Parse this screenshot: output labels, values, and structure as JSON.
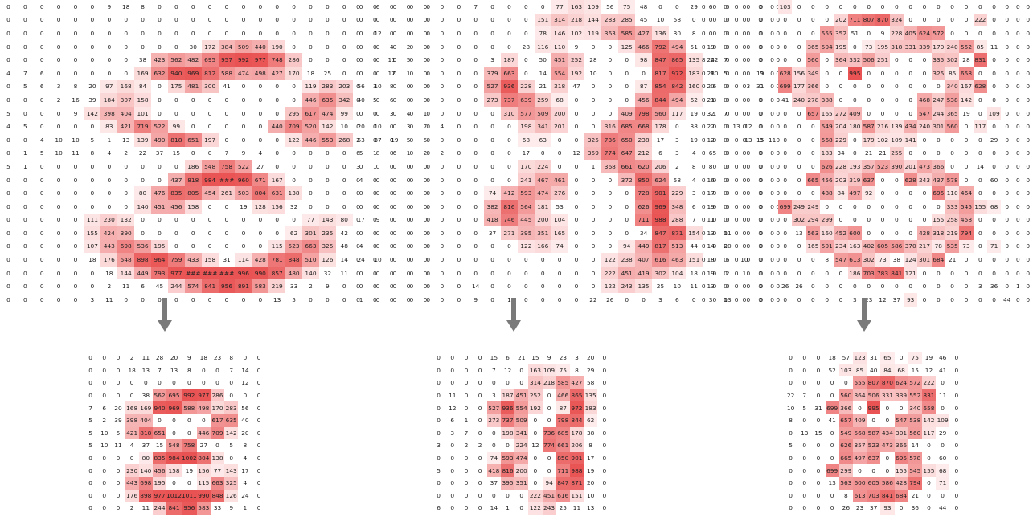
{
  "big": [
    {
      "rows": [
        "0 0 0 0 0 0 9 18 8 0 0 0 0 0 0 0 0 0 0 0 0 0 6 0 0 0",
        "0 0 0 0 0 0 0 0 0 0 0 0 0 0 0 0 0 0 0 0 0 0 0 0 0 0",
        "0 0 0 0 0 0 0 0 0 0 0 0 0 0 0 0 0 0 0 0 0 0 12 0 0 0",
        "0 0 0 0 0 0 0 0 0 0 0 30 172 384 509 440 190 0 0 0 0 0 0 0 0 0",
        "0 0 0 0 0 0 0 0 38 423 562 482 695 957 992 977 748 286 0 0 0 0 0 0 0 0",
        "4 7 6 0 0 0 0 0 169 632 940 969 812 588 474 498 427 170 18 25 0 0 0 0 0 0",
        "0 5 6 3 8 20 97 168 84 0 175 481 300 41 0 0 0 0 119 283 203 56 10 0 0 0",
        "0 0 0 2 16 39 184 307 158 0 0 0 0 0 0 0 0 0 446 635 342 40 0 0 0 0",
        "5 0 0 0 9 142 398 404 101 0 0 0 0 0 0 0 0 295 617 474 99 0 0 0 0 0",
        "4 5 0 0 0 0 83 421 719 522 99 0 0 0 0 0 440 709 520 142 10 20 10 0 0 0",
        "0 0 4 10 10 5 1 13 139 490 818 651 197 0 0 0 0 122 446 553 268 53 37 19 0 0",
        "0 1 5 10 11 8 4 2 22 37 15 0 0 7 9 4 0 0 0 0 0 5 8 6 0 0",
        "5 1 0 0 0 0 0 0 0 0 0 186 548 758 522 27 0 0 0 0 0 0 0 0 0 0",
        "0 0 0 0 0 0 0 0 0 0 437 818 984 ### 960 671 167 0 0 0 0 4 0 0 0 0",
        "0 0 0 0 0 0 0 0 80 476 835 805 454 261 503 804 631 138 0 0 0 0 0 0 0 0",
        "0 0 0 0 0 0 0 0 140 451 456 158 0 0 19 128 156 32 0 0 0 0 0 0 0 0",
        "0 0 0 0 0 111 230 132 0 0 0 0 0 0 0 0 0 0 77 143 80 17 9 0 0 0",
        "0 0 0 0 0 155 424 390 0 0 0 0 0 0 0 0 0 62 301 235 42 0 0 0 0 0",
        "0 0 0 0 0 107 443 698 536 195 0 0 0 0 0 0 115 523 663 325 48 4 0 0 0 0",
        "0 0 0 0 0 18 176 548 898 964 759 433 158 31 114 428 781 848 510 126 14 24 10 0 0 0",
        "0 0 0 0 0 0 18 144 449 793 977 ### ### ### 996 990 857 480 140 32 11 0 0 0 0 0",
        "0 0 0 0 0 0 2 11 6 45 244 574 841 956 891 583 219 33 2 9 0 0 0 0 0 0",
        "0 0 0 0 0 3 11 0 0 0 0 0 0 0 0 0 13 5 0 0 0 1 0 0 0 0"
      ]
    },
    {
      "rows": [
        "0 0 0 0 0 0 0 7 0 0 0 0 77 163 109 56 75 48 0 0 29 6 0 0 0 0",
        "0 0 0 0 0 0 0 0 0 0 0 151 314 218 144 283 285 45 10 58 0 0 0 0 0 0",
        "0 0 0 0 0 0 0 0 0 0 0 78 146 102 119 363 585 427 136 30 8 0 0 0 0 0",
        "0 0 4 2 0 0 0 0 0 0 28 116 110 9 0 0 125 466 792 494 51 19 0 0 0 0",
        "0 0 11 5 0 0 0 0 3 187 0 50 451 252 28 0 0 98 847 865 135 24 0 0 0 0",
        "0 0 12 1 0 0 0 0 379 663 0 14 554 192 10 0 0 0 817 972 183 28 0 0 0 0",
        "0 3 8 0 0 0 0 0 527 936 228 21 218 47 0 0 0 87 854 842 160 20 0 0 0 0",
        "0 5 6 0 0 0 0 0 273 737 639 259 68 0 0 0 0 456 844 494 62 21 0 0 0 0",
        "0 0 3 4 1 0 0 0 0 310 577 509 200 0 0 0 409 798 560 117 19 32 0 0 0 0",
        "0 0 0 3 7 4 0 0 0 0 198 341 201 0 0 316 685 668 178 0 38 22 0 0 0 0",
        "2 0 0 5 5 0 0 0 0 0 68 63 0 0 325 736 650 238 17 3 19 12 0 0 0 0",
        "6 1 0 1 2 2 0 0 0 0 17 0 0 12 359 774 647 212 6 3 4 6 0 0 0 0",
        "3 1 0 0 0 0 0 0 0 0 170 224 0 0 1 368 661 620 206 2 8 8 0 0 0 0",
        "0 0 0 0 0 0 0 0 0 0 241 467 461 0 0 0 372 850 624 58 4 16 0 0 0 0",
        "0 0 0 0 0 0 0 0 74 412 593 474 276 0 0 0 0 728 901 229 3 17 0 0 0 0",
        "0 0 0 0 0 0 0 0 382 816 564 181 53 0 0 0 0 626 969 348 6 19 0 0 0 0",
        "0 0 0 0 0 0 0 0 418 746 445 200 104 0 0 0 0 711 988 288 7 11 0 0 0 0",
        "0 0 0 0 0 0 0 0 37 271 395 351 165 0 0 0 0 34 847 871 154 13 11 0 0 0",
        "0 0 0 0 0 0 0 0 0 0 122 166 74 0 0 0 94 449 817 513 44 14 20 0 0 0",
        "0 0 0 0 0 0 0 0 0 0 0 0 0 0 0 122 238 407 616 463 151 18 6 10 0 0",
        "0 0 0 0 0 0 0 0 0 0 0 0 0 0 0 222 451 419 302 104 18 19 2 1 0 0",
        "0 0 0 0 0 0 0 14 0 0 0 0 0 0 0 122 243 135 25 10 11 13 0 0 0 0",
        "0 0 0 0 0 0 0 9 0 1 0 0 0 0 22 26 0 0 3 6 0 3 13 0 0 0"
      ]
    },
    {
      "rows": [
        "0 0 0 0 0 0 0 103 0 0 0 0 0 0 0 0 0 0 0 0 0 0 0 0 0 0",
        "0 0 0 0 0 0 0 0 0 0 0 202 711 807 870 324 0 0 0 0 0 222 0 0 0 0",
        "0 0 0 0 0 0 0 0 0 0 555 352 51 0 9 228 405 624 572 0 0 0 0 0 0 0",
        "0 0 0 0 0 0 0 0 0 365 504 195 0 73 195 318 331 339 170 240 552 85 11 0 0 0",
        "8 22 7 0 0 0 0 0 0 560 0 364 332 506 251 0 0 0 335 302 28 831 0 0 0 0",
        "0 10 5 0 0 19 0 628 156 349 0 0 995 0 0 0 0 0 325 85 658 0 0 0 0 0",
        "0 6 0 0 3 31 0 699 177 366 0 0 0 0 0 0 0 0 0 340 167 628 0 0 0 0",
        "0 8 0 0 0 0 0 41 240 278 388 0 0 0 0 0 0 468 247 538 142 0 0 0 0 0",
        "0 1 7 0 0 0 0 0 0 657 165 272 409 0 0 0 0 547 244 365 19 0 109 0 0 0",
        "0 0 0 13 12 0 0 0 0 0 549 204 180 587 216 139 434 240 301 560 0 117 0 0 0 0",
        "0 0 0 0 13 15 11 0 0 0 568 229 0 179 102 109 141 0 0 0 0 0 29 0 0 0",
        "0 5 0 0 0 0 0 0 0 0 183 34 0 21 21 255 0 0 0 0 0 0 0 0 0 0",
        "0 0 0 0 0 0 0 0 0 0 626 228 193 357 523 390 201 473 366 0 0 14 0 0 0 0",
        "0 0 0 0 0 0 0 0 0 665 456 203 319 637 0 0 628 243 437 578 0 0 60 0 0 0",
        "0 0 0 0 0 0 0 0 0 0 488 84 497 92 0 0 0 0 695 110 464 0 0 0 0 0",
        "0 0 0 0 0 0 0 699 249 249 0 0 0 0 0 0 0 0 0 333 545 155 68 0 0 0",
        "0 0 0 0 0 0 0 0 302 294 299 0 0 0 0 0 0 0 155 258 458 0 0 0 0 0",
        "0 0 0 0 0 0 0 0 13 563 160 452 600 0 0 0 0 428 318 219 794 0 0 0 0 0",
        "0 0 0 0 0 0 0 0 0 165 501 234 163 402 605 586 370 217 78 535 73 0 71 0 0 0",
        "0 0 0 0 0 0 0 0 0 0 8 547 613 302 73 38 124 301 684 21 0 0 0 0 0 0",
        "0 0 0 0 0 0 0 0 0 0 0 0 186 703 783 841 121 0 0 0 0 0 0 0 0 0",
        "0 0 0 0 0 0 0 26 26 0 0 0 0 0 0 0 0 0 0 0 0 3 36 0 1 0",
        "0 0 0 0 0 0 0 0 0 0 0 0 3 23 12 37 93 0 0 0 0 0 0 44 0 0"
      ]
    }
  ],
  "small": [
    {
      "rows": [
        "0 0 0 2 11 28 20 9 18 23 8 0 0",
        "0 0 0 18 13 7 13 8 0 0 7 14 0",
        "0 0 0 0 0 0 0 0 0 0 0 12 0",
        "0 0 0 0 38 562 695 992 977 286 0 0 0",
        "7 6 20 168 169 940 969 588 498 170 283 56 0",
        "5 2 39 398 404 0 0 0 0 617 635 40 0",
        "5 10 5 421 818 651 0 0 446 709 142 20 0",
        "5 10 11 4 37 15 548 758 27 0 5 8 0",
        "0 0 0 0 80 835 984 1002 804 138 0 4 0",
        "0 0 0 230 140 456 158 19 156 77 143 17 0",
        "0 0 0 443 698 195 0 0 115 663 325 4 0",
        "0 0 0 176 898 977 1012 1011 990 848 126 24 0",
        "0 0 0 2 11 244 841 956 583 33 9 1 0"
      ]
    },
    {
      "rows": [
        "0 0 0 0 15 6 21 15 9 23 3 20 0",
        "0 0 0 0 7 12 0 163 109 75 8 29 0",
        "0 0 0 0 0 0 0 314 218 585 427 58 0",
        "0 11 0 0 3 187 451 252 0 466 865 135 0",
        "0 12 0 0 527 936 554 192 0 87 972 183 0",
        "0 6 1 0 273 737 509 0 0 798 844 62 0",
        "0 3 7 0 0 198 341 0 736 685 178 38 0",
        "3 0 2 2 0 0 224 12 774 661 206 8 0",
        "0 0 0 0 74 593 474 0 0 850 901 17 0",
        "5 0 0 0 418 816 200 0 0 711 988 19 0",
        "0 0 0 0 37 395 351 0 94 847 871 20 0",
        "0 0 0 0 0 0 0 222 451 616 151 10 0",
        "6 0 0 0 14 1 0 122 243 25 11 13 0"
      ]
    },
    {
      "rows": [
        "0 0 0 18 57 123 31 65 0 75 19 46 0",
        "0 0 0 52 103 85 40 84 68 15 12 41 0",
        "0 0 0 0 0 555 807 870 624 572 222 0 0",
        "22 7 0 0 560 364 506 331 339 552 831 11 0",
        "10 5 31 699 366 0 995 0 0 340 658 0 0",
        "8 0 0 41 657 409 0 0 547 538 142 109 0",
        "0 13 15 0 549 568 587 434 301 560 117 29 0",
        "5 0 0 0 626 357 523 473 366 14 0 0 0",
        "0 0 0 0 665 497 637 0 695 578 0 60 0",
        "0 0 0 699 299 0 0 0 155 545 155 68 0",
        "0 0 0 13 563 600 605 586 428 794 0 71 0",
        "0 0 0 0 8 613 703 841 684 21 0 0 0",
        "0 0 0 0 26 23 37 93 0 36 0 44 0"
      ]
    }
  ]
}
